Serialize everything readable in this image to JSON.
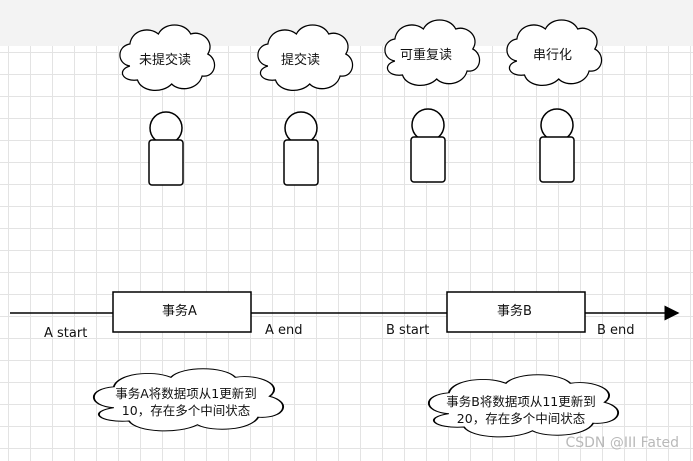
{
  "levels": [
    {
      "label": "未提交读"
    },
    {
      "label": "提交读"
    },
    {
      "label": "可重复读"
    },
    {
      "label": "串行化"
    }
  ],
  "timeline": {
    "tx_a_label": "事务A",
    "tx_b_label": "事务B",
    "a_start": "A start",
    "a_end": "A end",
    "b_start": "B start",
    "b_end": "B end"
  },
  "notes": {
    "tx_a_line1": "事务A将数据项从1更新到",
    "tx_a_line2": "10，存在多个中间状态",
    "tx_b_line1": "事务B将数据项从11更新到",
    "tx_b_line2": "20，存在多个中间状态"
  },
  "watermark": "CSDN @III Fated"
}
